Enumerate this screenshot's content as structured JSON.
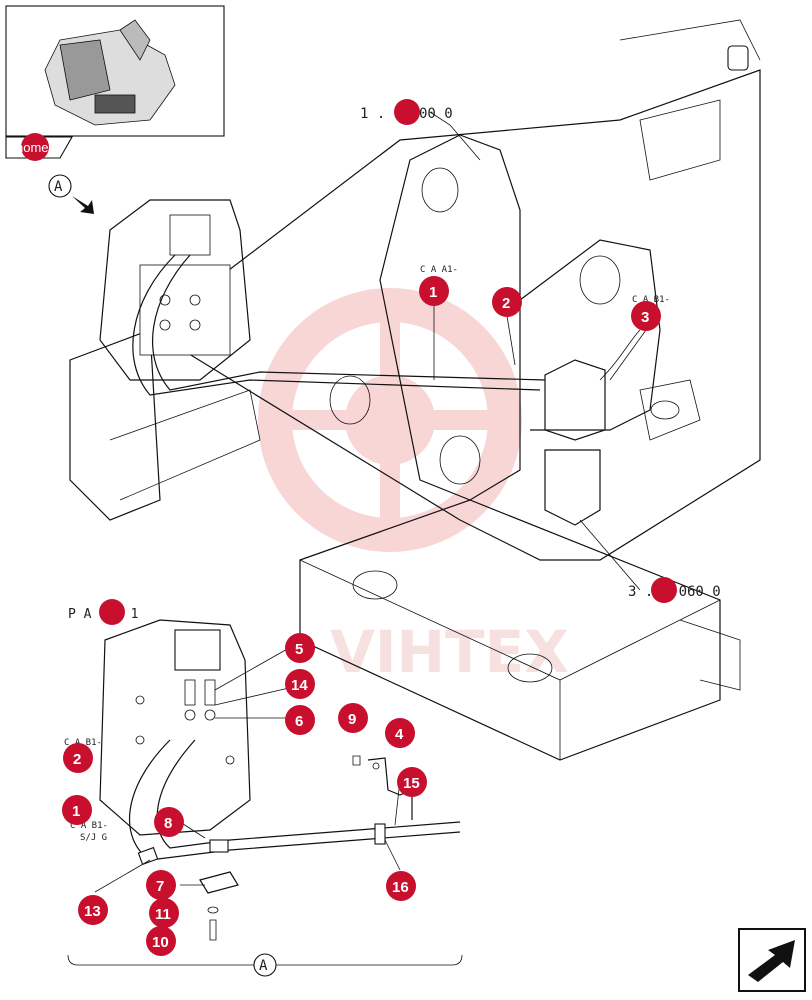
{
  "labels": {
    "ref_top": "1 . 1.000 0",
    "ref_bottom": "3 . 3.060 0",
    "page_ref": "P A  age  1",
    "home": "home",
    "view_a": "A",
    "code_a1": "C A  A1-",
    "code_b1_top": "C A  B1-",
    "code_b1_bottom": "C A  B1-",
    "code_a1_bottom": "C A  B1-",
    "code_sjg": "S/J G",
    "watermark": "VIHTEX"
  },
  "callouts": [
    "1",
    "2",
    "3",
    "1",
    "2",
    "4",
    "5",
    "6",
    "7",
    "8",
    "9",
    "10",
    "11",
    "13",
    "14",
    "15",
    "16"
  ],
  "icons": {
    "next_page": "next-page-arrow-icon",
    "view_arrow": "view-direction-arrow-icon"
  },
  "colors": {
    "callout": "#c8102e",
    "watermark": "#f4b6b6"
  }
}
